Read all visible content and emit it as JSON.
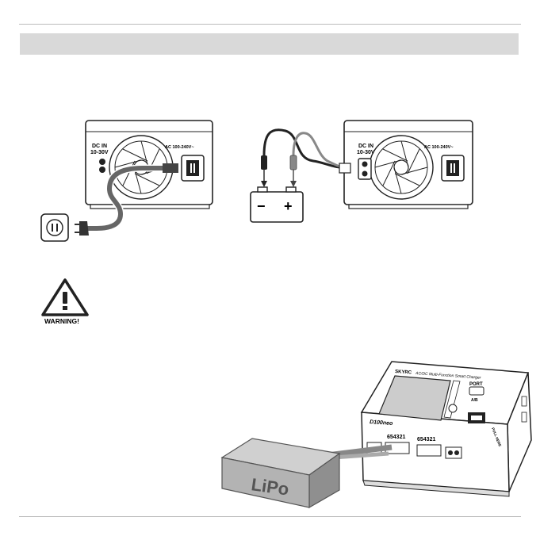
{
  "figure1": {
    "charger_left": {
      "dc_label_line1": "DC IN",
      "dc_label_line2": "10-30V",
      "ac_label": "AC 100-240V~"
    },
    "charger_right": {
      "dc_label_line1": "DC IN",
      "dc_label_line2": "10-30V",
      "ac_label": "AC 100-240V~"
    },
    "battery_minus": "−",
    "battery_plus": "+"
  },
  "warning": {
    "label": "WARNING!"
  },
  "figure2": {
    "brand": "SKYRC",
    "product_title": "AC/DC Multi-Function Smart Charger",
    "model": "D100neo",
    "port_label": "PORT",
    "port_ab": "A/B",
    "balance_label_a": "654321",
    "balance_label_b": "654321",
    "side_text": "PULL HERE",
    "battery_label": "LiPo"
  },
  "colors": {
    "section_bar": "#d9d9d9",
    "rule": "#bbbbbb",
    "line_art": "#222222",
    "cable_gray": "#777777",
    "lipo_fill": "#b3b3b3"
  }
}
